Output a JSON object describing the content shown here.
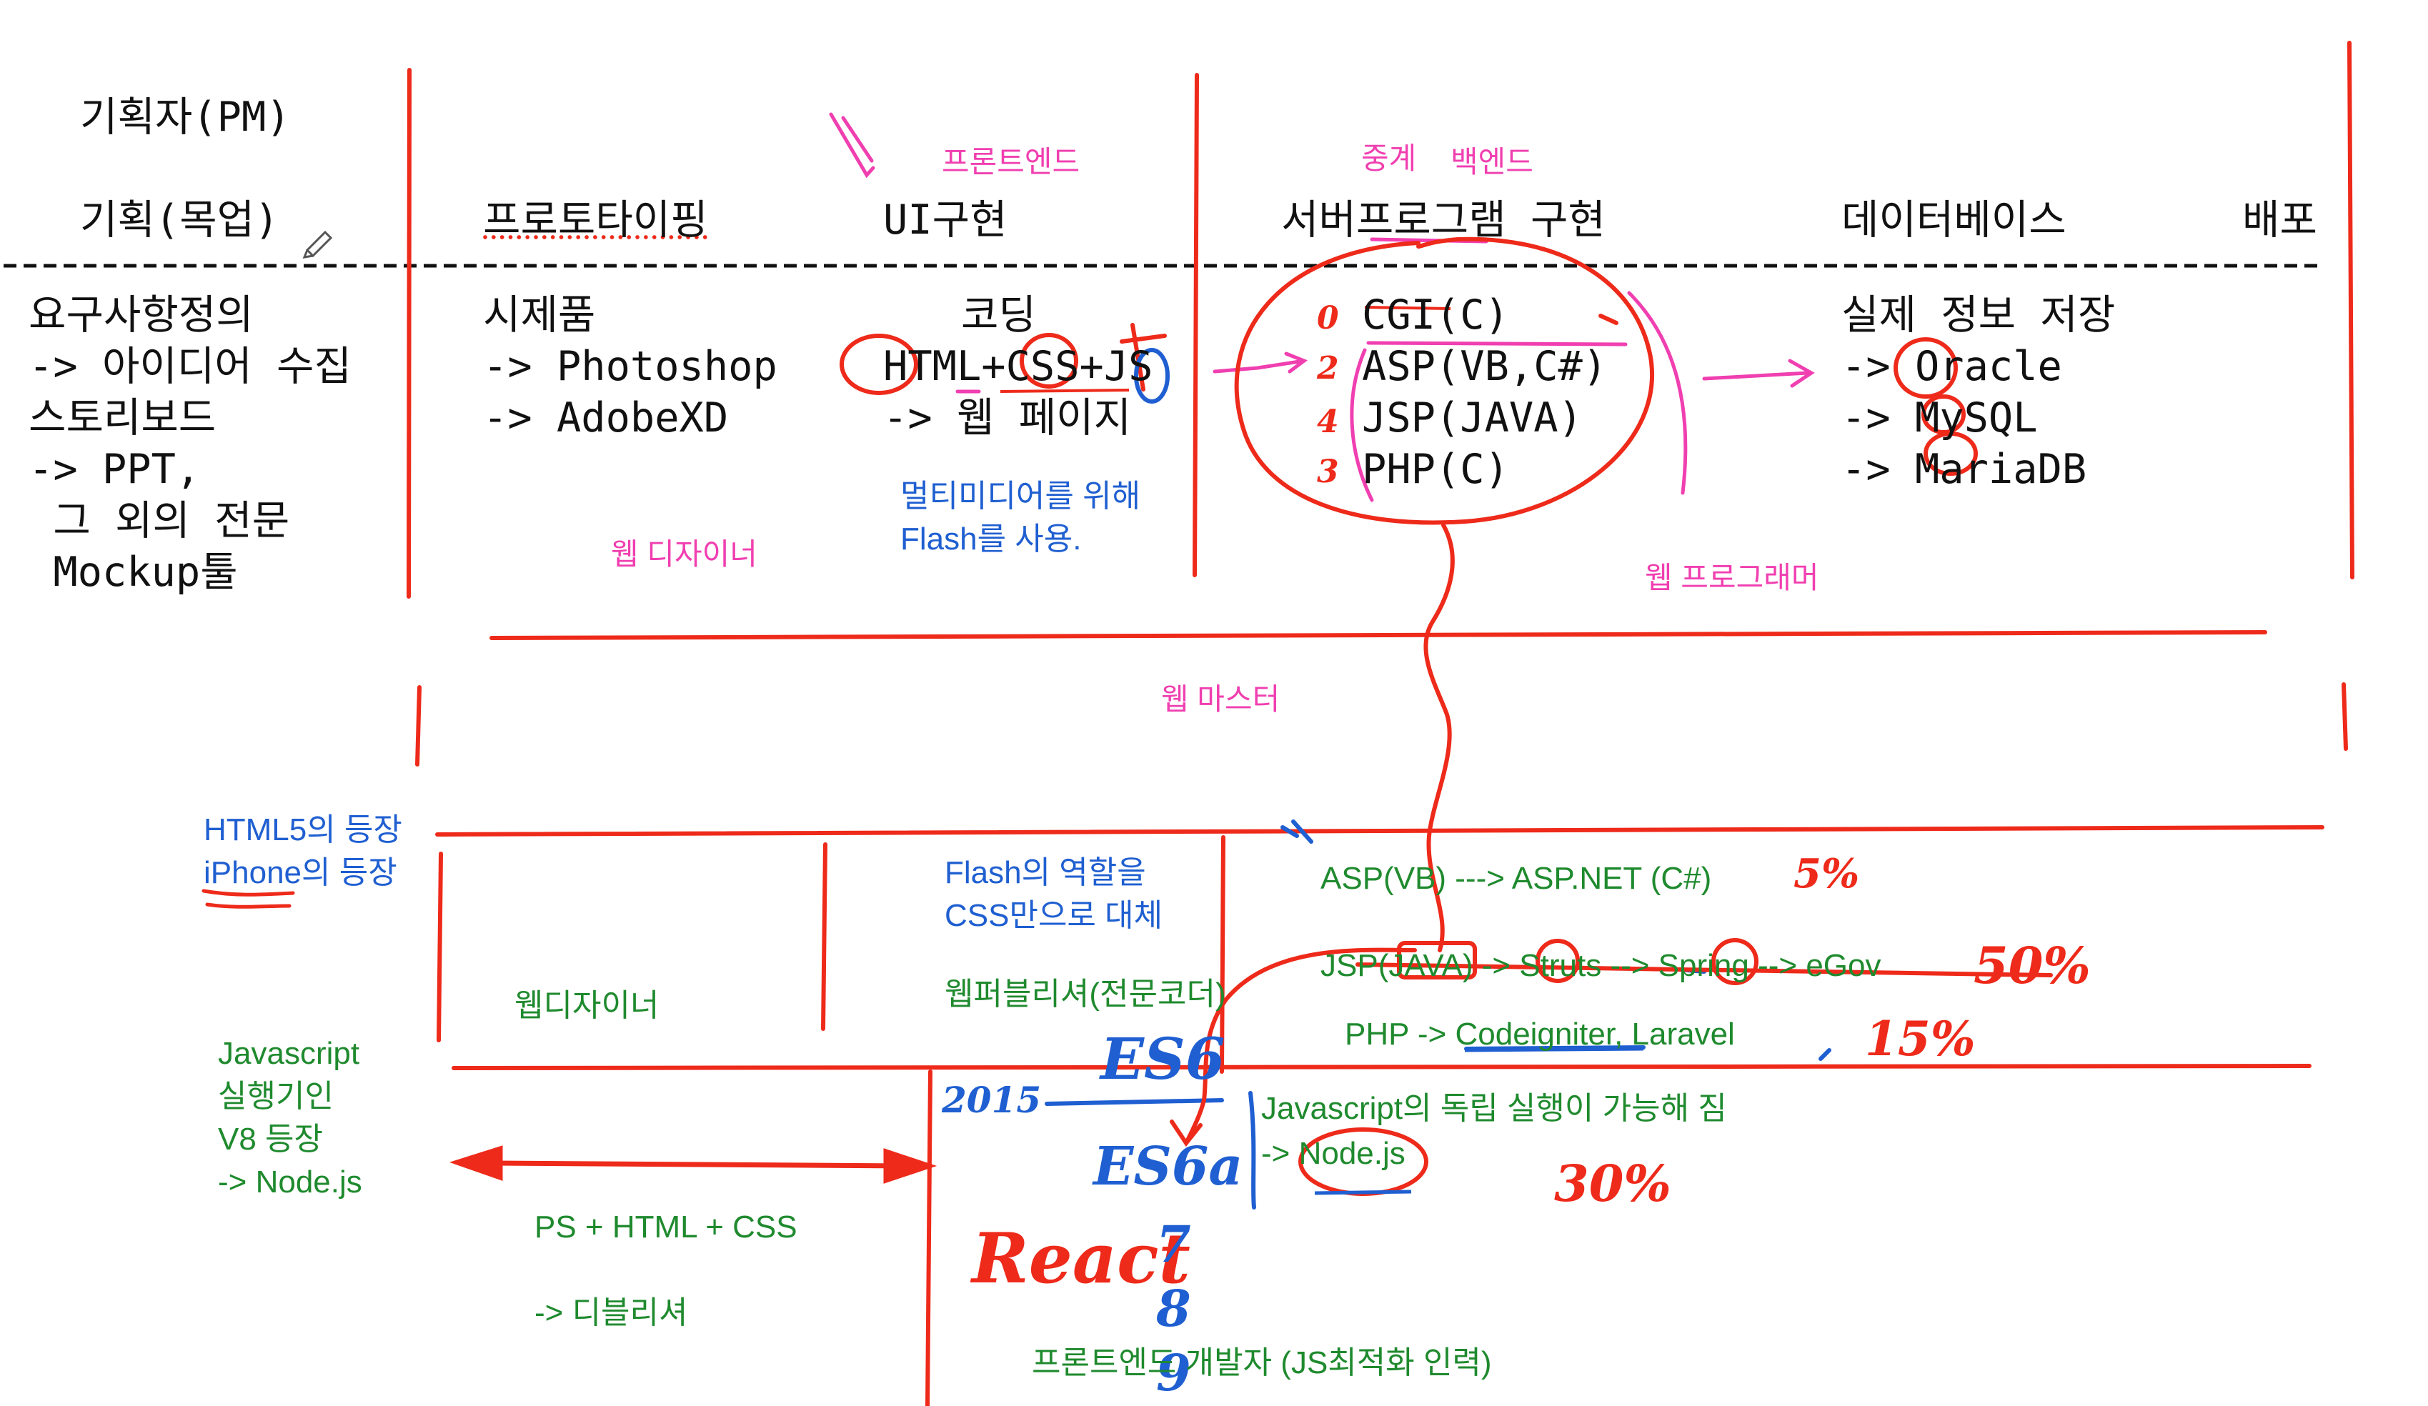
{
  "row1": {
    "pm_title": "기획자(PM)",
    "col_plan": {
      "header": "기획(목업)",
      "lines": [
        "요구사항정의",
        "-> 아이디어 수집",
        "스토리보드",
        "-> PPT,",
        " 그 외의 전문",
        " Mockup툴"
      ]
    },
    "col_proto": {
      "header": "프로토타이핑",
      "lines": [
        "시제품",
        "-> Photoshop",
        "-> AdobeXD"
      ],
      "note_pink": "웹 디자이너"
    },
    "col_ui": {
      "label_pink": "프론트엔드",
      "header": "UI구현",
      "lines": [
        "코딩",
        "HTML+CSS+JS",
        "-> 웹 페이지"
      ],
      "note_blue": [
        "멀티미디어를 위해",
        "Flash를 사용."
      ]
    },
    "col_server": {
      "label_pink_relay": "중계",
      "label_pink_back": "백엔드",
      "header": "서버프로그램 구현",
      "lines": [
        "CGI(C)",
        "ASP(VB,C#)",
        "JSP(JAVA)",
        "PHP(C)"
      ],
      "circled_numbers": [
        "0",
        "2",
        "4",
        "3"
      ],
      "note_pink": "웹 프로그래머"
    },
    "col_db": {
      "header": "데이터베이스",
      "lines": [
        "실제 정보 저장",
        "-> Oracle",
        "-> MySQL",
        "-> MariaDB"
      ]
    },
    "col_deploy": {
      "header": "배포"
    },
    "web_master": "웹 마스터"
  },
  "row2": {
    "left_blue": [
      "HTML5의 등장",
      "iPhone의 등장"
    ],
    "web_designer": "웹디자이너",
    "flash_note": [
      "Flash의 역할을",
      "CSS만으로 대체"
    ],
    "publisher": "웹퍼블리셔(전문코더)",
    "asp": "ASP(VB) ---> ASP.NET (C#)",
    "jsp": "JSP(JAVA) -> Struts --> Spring  -->  eGov",
    "php": "PHP -> Codeigniter, Laravel",
    "pct_asp": "5%",
    "pct_jsp": "50%",
    "pct_php": "15%"
  },
  "row3": {
    "js_note": [
      "Javascript",
      "실행기인",
      "V8 등장",
      "-> Node.js"
    ],
    "ps_html": "PS + HTML + CSS",
    "deliver": "-> 디블리셔",
    "es6": "ES6",
    "year": "2015",
    "es6a": "ES6a",
    "js_independent": "Javascript의 독립 실행이 가능해 짐",
    "nodejs": "-> Node.js",
    "pct_node": "30%",
    "react": "React",
    "digits": [
      "7",
      "8",
      "9"
    ],
    "frontend_dev": "프론트엔드 개발자 (JS최적화 인력)"
  },
  "colors": {
    "ink_red": "#ee2a1a",
    "ink_pink": "#f03fb0",
    "ink_blue": "#1f5fd1",
    "ink_green": "#1f8a2e"
  }
}
